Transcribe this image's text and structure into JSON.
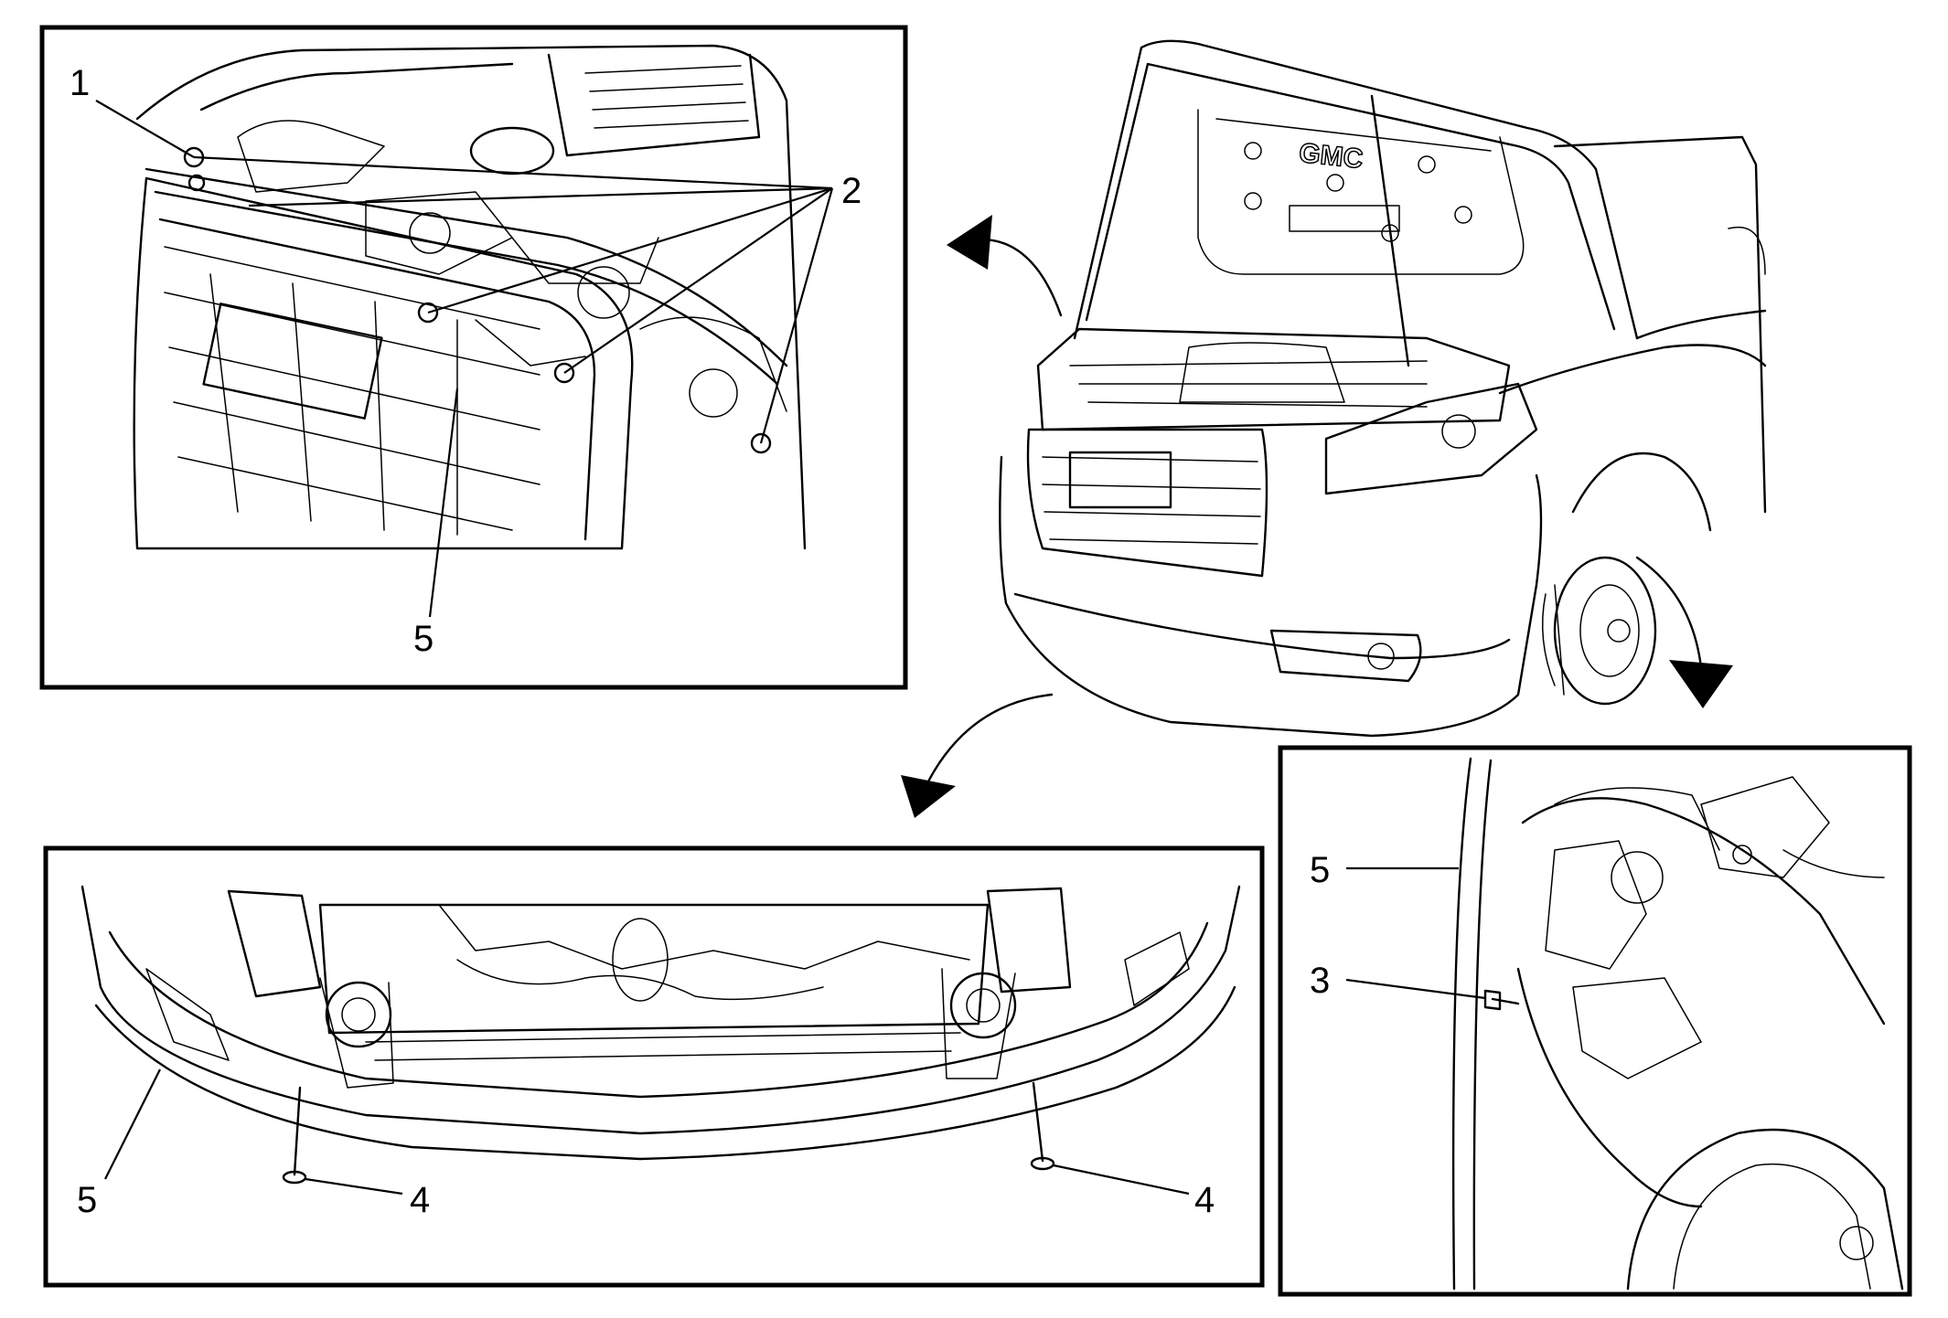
{
  "callouts": {
    "c1": "1",
    "c2": "2",
    "c3": "3",
    "c4a": "4",
    "c4b": "4",
    "c5_top": "5",
    "c5_bottom": "5",
    "c5_right": "5"
  },
  "hood_emblem": "GMC",
  "colors": {
    "line": "#000000",
    "background": "#ffffff"
  }
}
